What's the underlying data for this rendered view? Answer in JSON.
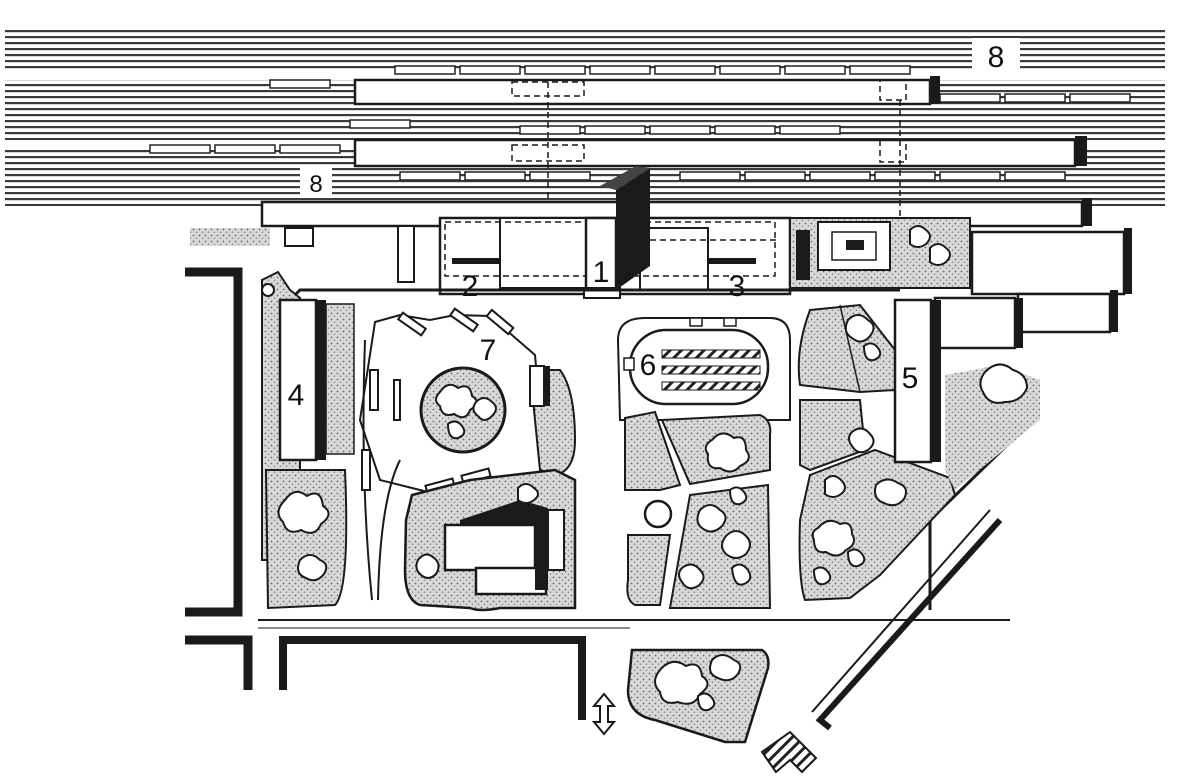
{
  "labels": {
    "station_building": "1",
    "left_wing": "2",
    "right_wing": "3",
    "west_building": "4",
    "east_building": "5",
    "parking": "6",
    "central_square": "7",
    "tracks_top": "8",
    "tracks_mid": "8"
  },
  "icons": {
    "two_way_arrow": "double-arrow-vertical",
    "north_mark": "hatched-arrow"
  },
  "colors": {
    "ink": "#1a1a1a",
    "paper": "#ffffff",
    "stipple": "#b8b8b8",
    "shade": "#3a3a3a"
  }
}
